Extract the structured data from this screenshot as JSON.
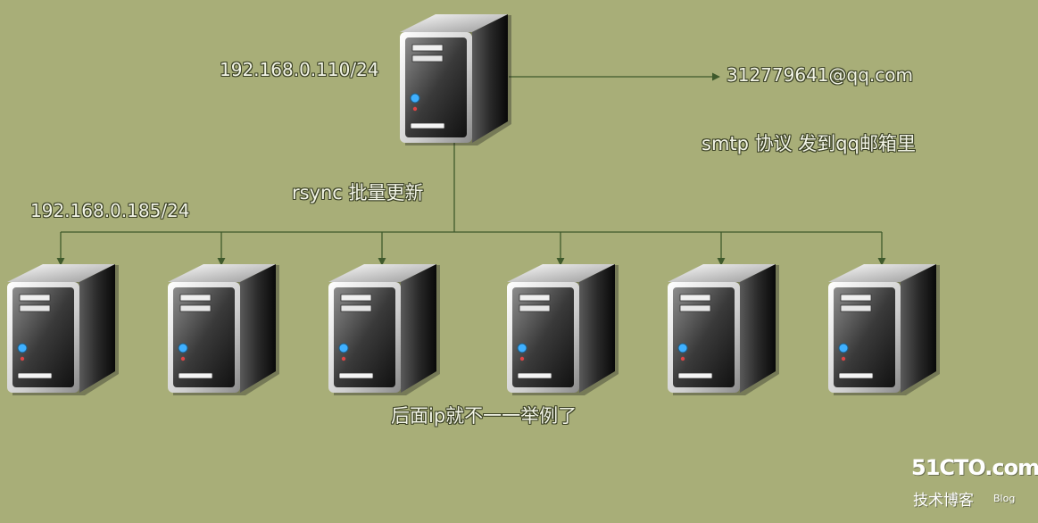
{
  "master": {
    "ip": "192.168.0.110/24"
  },
  "email": {
    "address": "312779641@qq.com",
    "note": "smtp 协议 发到qq邮箱里"
  },
  "link": {
    "label": "rsync 批量更新"
  },
  "clients": {
    "first_ip": "192.168.0.185/24",
    "count": 6,
    "note": "后面ip就不一一举例了"
  },
  "watermark": {
    "logo": "51CTO.com",
    "sub": "技术博客",
    "blog": "Blog"
  },
  "colors": {
    "background": "#a8ae78",
    "line": "#3f5a2c",
    "text": "#f2f4e6"
  }
}
